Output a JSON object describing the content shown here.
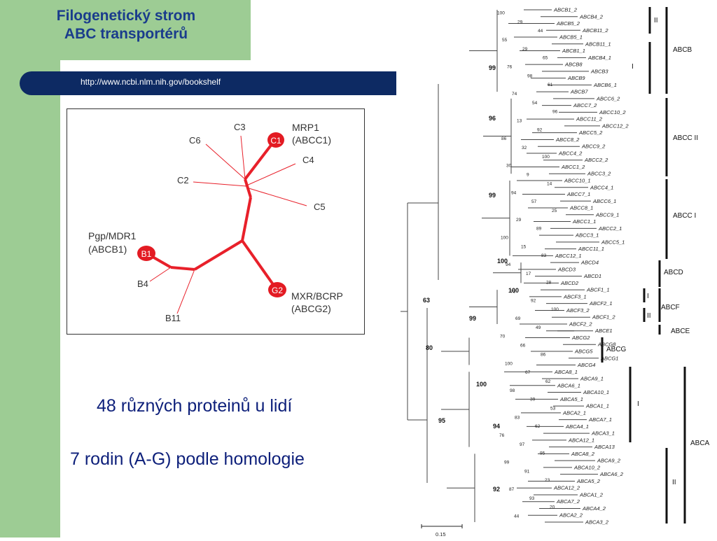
{
  "slide": {
    "title_line1": "Filogenetický strom",
    "title_line2": "ABC transportérů",
    "url": "http://www.ncbi.nlm.nih.gov/bookshelf",
    "text1": "48 různých proteinů u lidí",
    "text2": "7 rodin (A-G) podle homologie"
  },
  "unrooted_tree": {
    "labels": {
      "c3": "C3",
      "c6": "C6",
      "c4": "C4",
      "c2": "C2",
      "c5": "C5",
      "b4": "B4",
      "b11": "B11",
      "mrp1": "MRP1",
      "abcc1": "(ABCC1)",
      "pgp": "Pgp/MDR1",
      "abcb1": "(ABCB1)",
      "mxr": "MXR/BCRP",
      "abcg2": "(ABCG2)"
    },
    "badges": {
      "c1": "C1",
      "b1": "B1",
      "g2": "G2"
    },
    "colors": {
      "branch": "#e8202a",
      "badge": "#e31b23"
    }
  },
  "phylo_tree": {
    "families": {
      "abcb": "ABCB",
      "abcc2": "ABCC II",
      "abcc1": "ABCC I",
      "abcd": "ABCD",
      "abcf": "ABCF",
      "abce": "ABCE",
      "abcg": "ABCG",
      "abca": "ABCA"
    },
    "subgroups": {
      "b_ii": "II",
      "b_i": "I",
      "f_i": "I",
      "f_ii": "II",
      "a_i": "I",
      "a_ii": "II"
    },
    "scale": "0.15",
    "leaves": [
      "ABCB1_2",
      "ABCB4_2",
      "ABCB5_2",
      "ABCB11_2",
      "ABCB5_1",
      "ABCB11_1",
      "ABCB1_1",
      "ABCB4_1",
      "ABCB8",
      "ABCB3",
      "ABCB9",
      "ABCB6_1",
      "ABCB7",
      "ABCC6_2",
      "ABCC7_2",
      "ABCC10_2",
      "ABCC11_2",
      "ABCC12_2",
      "ABCC5_2",
      "ABCC8_2",
      "ABCC9_2",
      "ABCC4_2",
      "ABCC2_2",
      "ABCC1_2",
      "ABCC3_2",
      "ABCC10_1",
      "ABCC4_1",
      "ABCC7_1",
      "ABCC6_1",
      "ABCC8_1",
      "ABCC9_1",
      "ABCC1_1",
      "ABCC2_1",
      "ABCC3_1",
      "ABCC5_1",
      "ABCC11_1",
      "ABCC12_1",
      "ABCD4",
      "ABCD3",
      "ABCD1",
      "ABCD2",
      "ABCF1_1",
      "ABCF3_1",
      "ABCF2_1",
      "ABCF3_2",
      "ABCF1_2",
      "ABCF2_2",
      "ABCE1",
      "ABCG2",
      "ABCG8",
      "ABCG5",
      "ABCG1",
      "ABCG4",
      "ABCA8_1",
      "ABCA9_1",
      "ABCA6_1",
      "ABCA10_1",
      "ABCA5_1",
      "ABCA1_1",
      "ABCA2_1",
      "ABCA7_1",
      "ABCA4_1",
      "ABCA3_1",
      "ABCA12_1",
      "ABCA13",
      "ABCA8_2",
      "ABCA9_2",
      "ABCA10_2",
      "ABCA6_2",
      "ABCA5_2",
      "ABCA12_2",
      "ABCA1_2",
      "ABCA7_2",
      "ABCA4_2",
      "ABCA2_2",
      "ABCA3_2"
    ],
    "bootstrap_small": [
      "100",
      "29",
      "44",
      "55",
      "29",
      "65",
      "76",
      "98",
      "61",
      "74",
      "54",
      "96",
      "13",
      "92",
      "86",
      "32",
      "100",
      "30",
      "9",
      "14",
      "94",
      "57",
      "25",
      "29",
      "89",
      "100",
      "15",
      "83",
      "94",
      "17",
      "28",
      "73",
      "92",
      "100",
      "69",
      "49",
      "70",
      "66",
      "86",
      "100",
      "67",
      "62",
      "98",
      "39",
      "53",
      "83",
      "62",
      "76",
      "97",
      "95",
      "99",
      "91",
      "23",
      "87",
      "93",
      "20",
      "44"
    ],
    "bootstrap_bold": [
      "99",
      "96",
      "99",
      "100",
      "100",
      "63",
      "99",
      "80",
      "100",
      "95",
      "94",
      "92"
    ]
  }
}
